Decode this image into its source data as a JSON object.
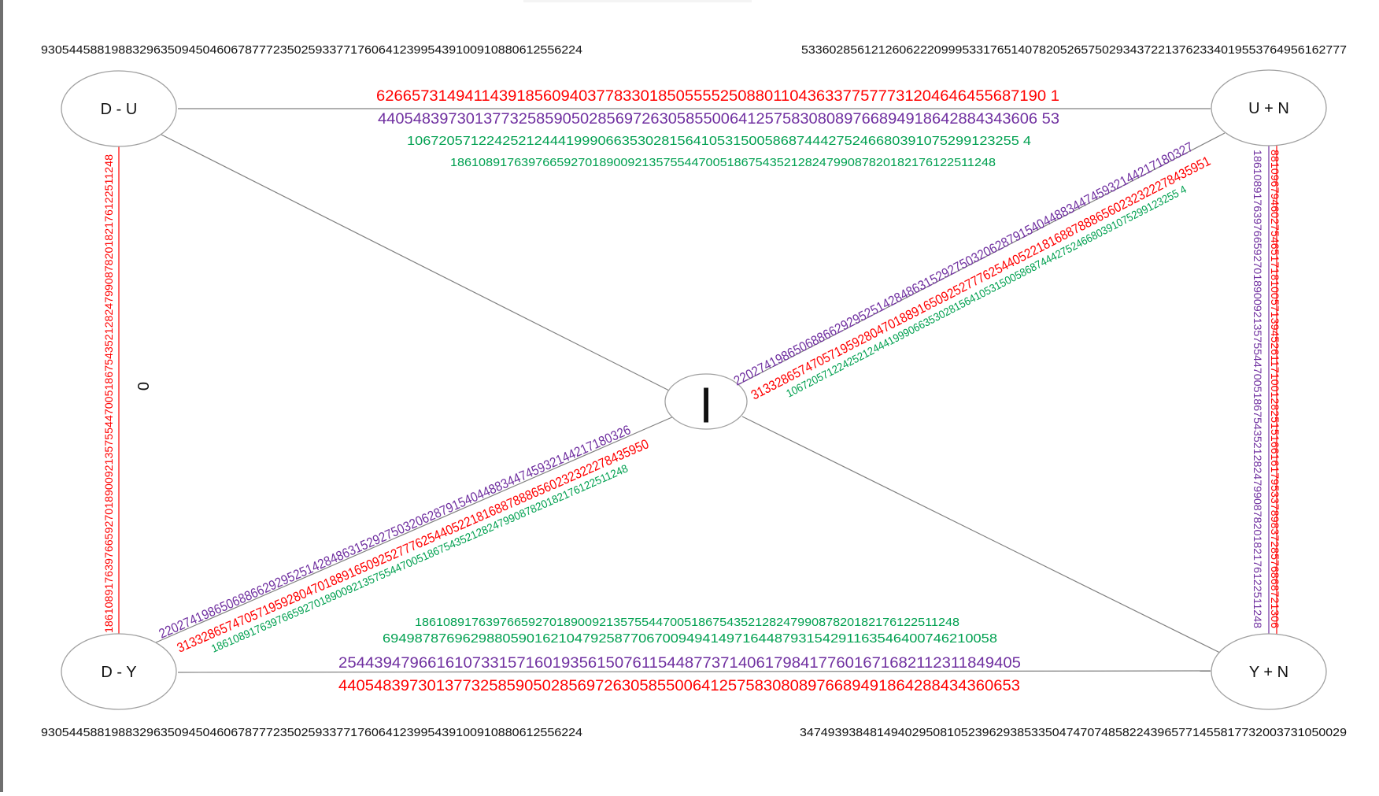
{
  "colors": {
    "red": "#ff0000",
    "purple": "#7030a0",
    "green": "#00a050",
    "line": "#808080",
    "text": "#111111"
  },
  "corners": {
    "top_left": "93054458819883296350945046067877723502593377176064123995439100910880612556224",
    "top_right": "533602856121260622209995331765140782052657502934372213762334019553764956162777",
    "bottom_left": "93054458819883296350945046067877723502593377176064123995439100910880612556224",
    "bottom_right": "347493938481494029508105239629385335047470748582243965771455817732003731050029"
  },
  "nodes": {
    "du": "D - U",
    "un": "U + N",
    "dy": "D - Y",
    "yn": "Y + N",
    "center": "|"
  },
  "top_edge": {
    "red": "6266573149411439185609403778330185055552508801104363377577731204646455687190 1",
    "purple": "440548397301377325859050285697263058550064125758308089766894918642884343606 53",
    "green": "10672057122425212444199906635302815641053150058687444275246680391075299123255 4",
    "green2": "18610891763976659270189009213575544700518675435212824799087820182176122511248"
  },
  "bottom_edge": {
    "green2": "18610891763976659270189009213575544700518675435212824799087820182176122511248",
    "green": "69498787696298805901621047925877067009494149716448793154291163546400746210058",
    "purple": "25443947966161073315716019356150761154487737140617984177601671682112311849405",
    "red": "44054839730137732585905028569726305855006412575830808976689491864288434360653"
  },
  "left_edge": {
    "red": "18610891763976659270189009213575544700518675435212824799087820182176122511248",
    "zero": "0"
  },
  "right_edge": {
    "purple": "18610891763976659270189009213575544700518675435212824799087820182176122511248",
    "red": "88109679460275465171810057139452611710012825151661617953378983728576868721306"
  },
  "diag_ur": {
    "purple": "22027419865068866292952514284863152927503206287915404488344745932144217180327",
    "red": "31332865747057195928047018891650925277762544052218168878886560232322278435951",
    "green": "10672057122425212444199906635302815641053150058687444275246680391075299123255 4"
  },
  "diag_ll": {
    "purple": "22027419865068866292952514284863152927503206287915404488344745932144217180326",
    "red": "31332865747057195928047018891650925277762544052218168878886560232322278435950",
    "green": "18610891763976659270189009213575544700518675435212824799087820182176122511248"
  }
}
